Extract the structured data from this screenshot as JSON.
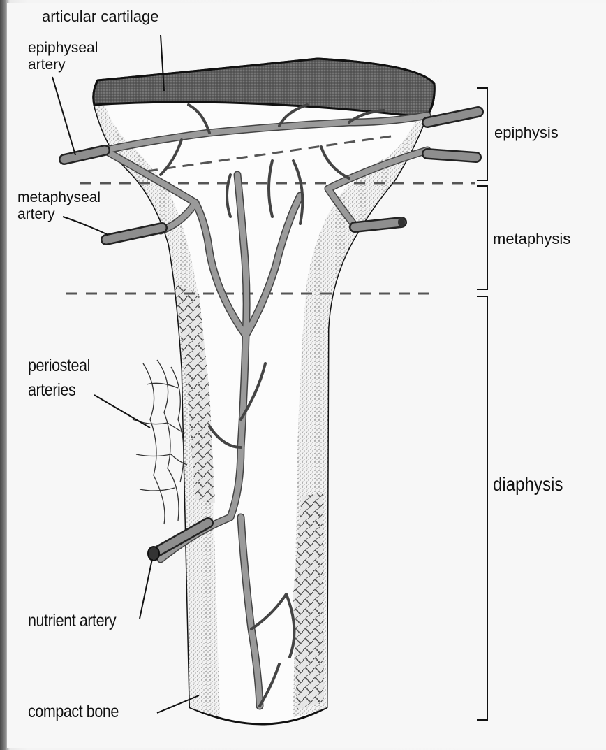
{
  "labels": {
    "articular_cartilage": "articular cartilage",
    "epiphyseal_artery_line1": "epiphyseal",
    "epiphyseal_artery_line2": "artery",
    "metaphyseal_artery_line1": "metaphyseal",
    "metaphyseal_artery_line2": "artery",
    "periosteal_arteries_line1": "periosteal",
    "periosteal_arteries_line2": "arteries",
    "nutrient_artery": "nutrient artery",
    "compact_bone": "compact bone"
  },
  "regions": {
    "epiphysis": "epiphysis",
    "metaphysis": "metaphysis",
    "diaphysis": "diaphysis"
  },
  "colors": {
    "vessel": "#8a8a8a",
    "vessel_outline": "#555555",
    "cartilage": "#6e6e6e",
    "outline": "#111111",
    "stipple": "#9a9a9a"
  }
}
